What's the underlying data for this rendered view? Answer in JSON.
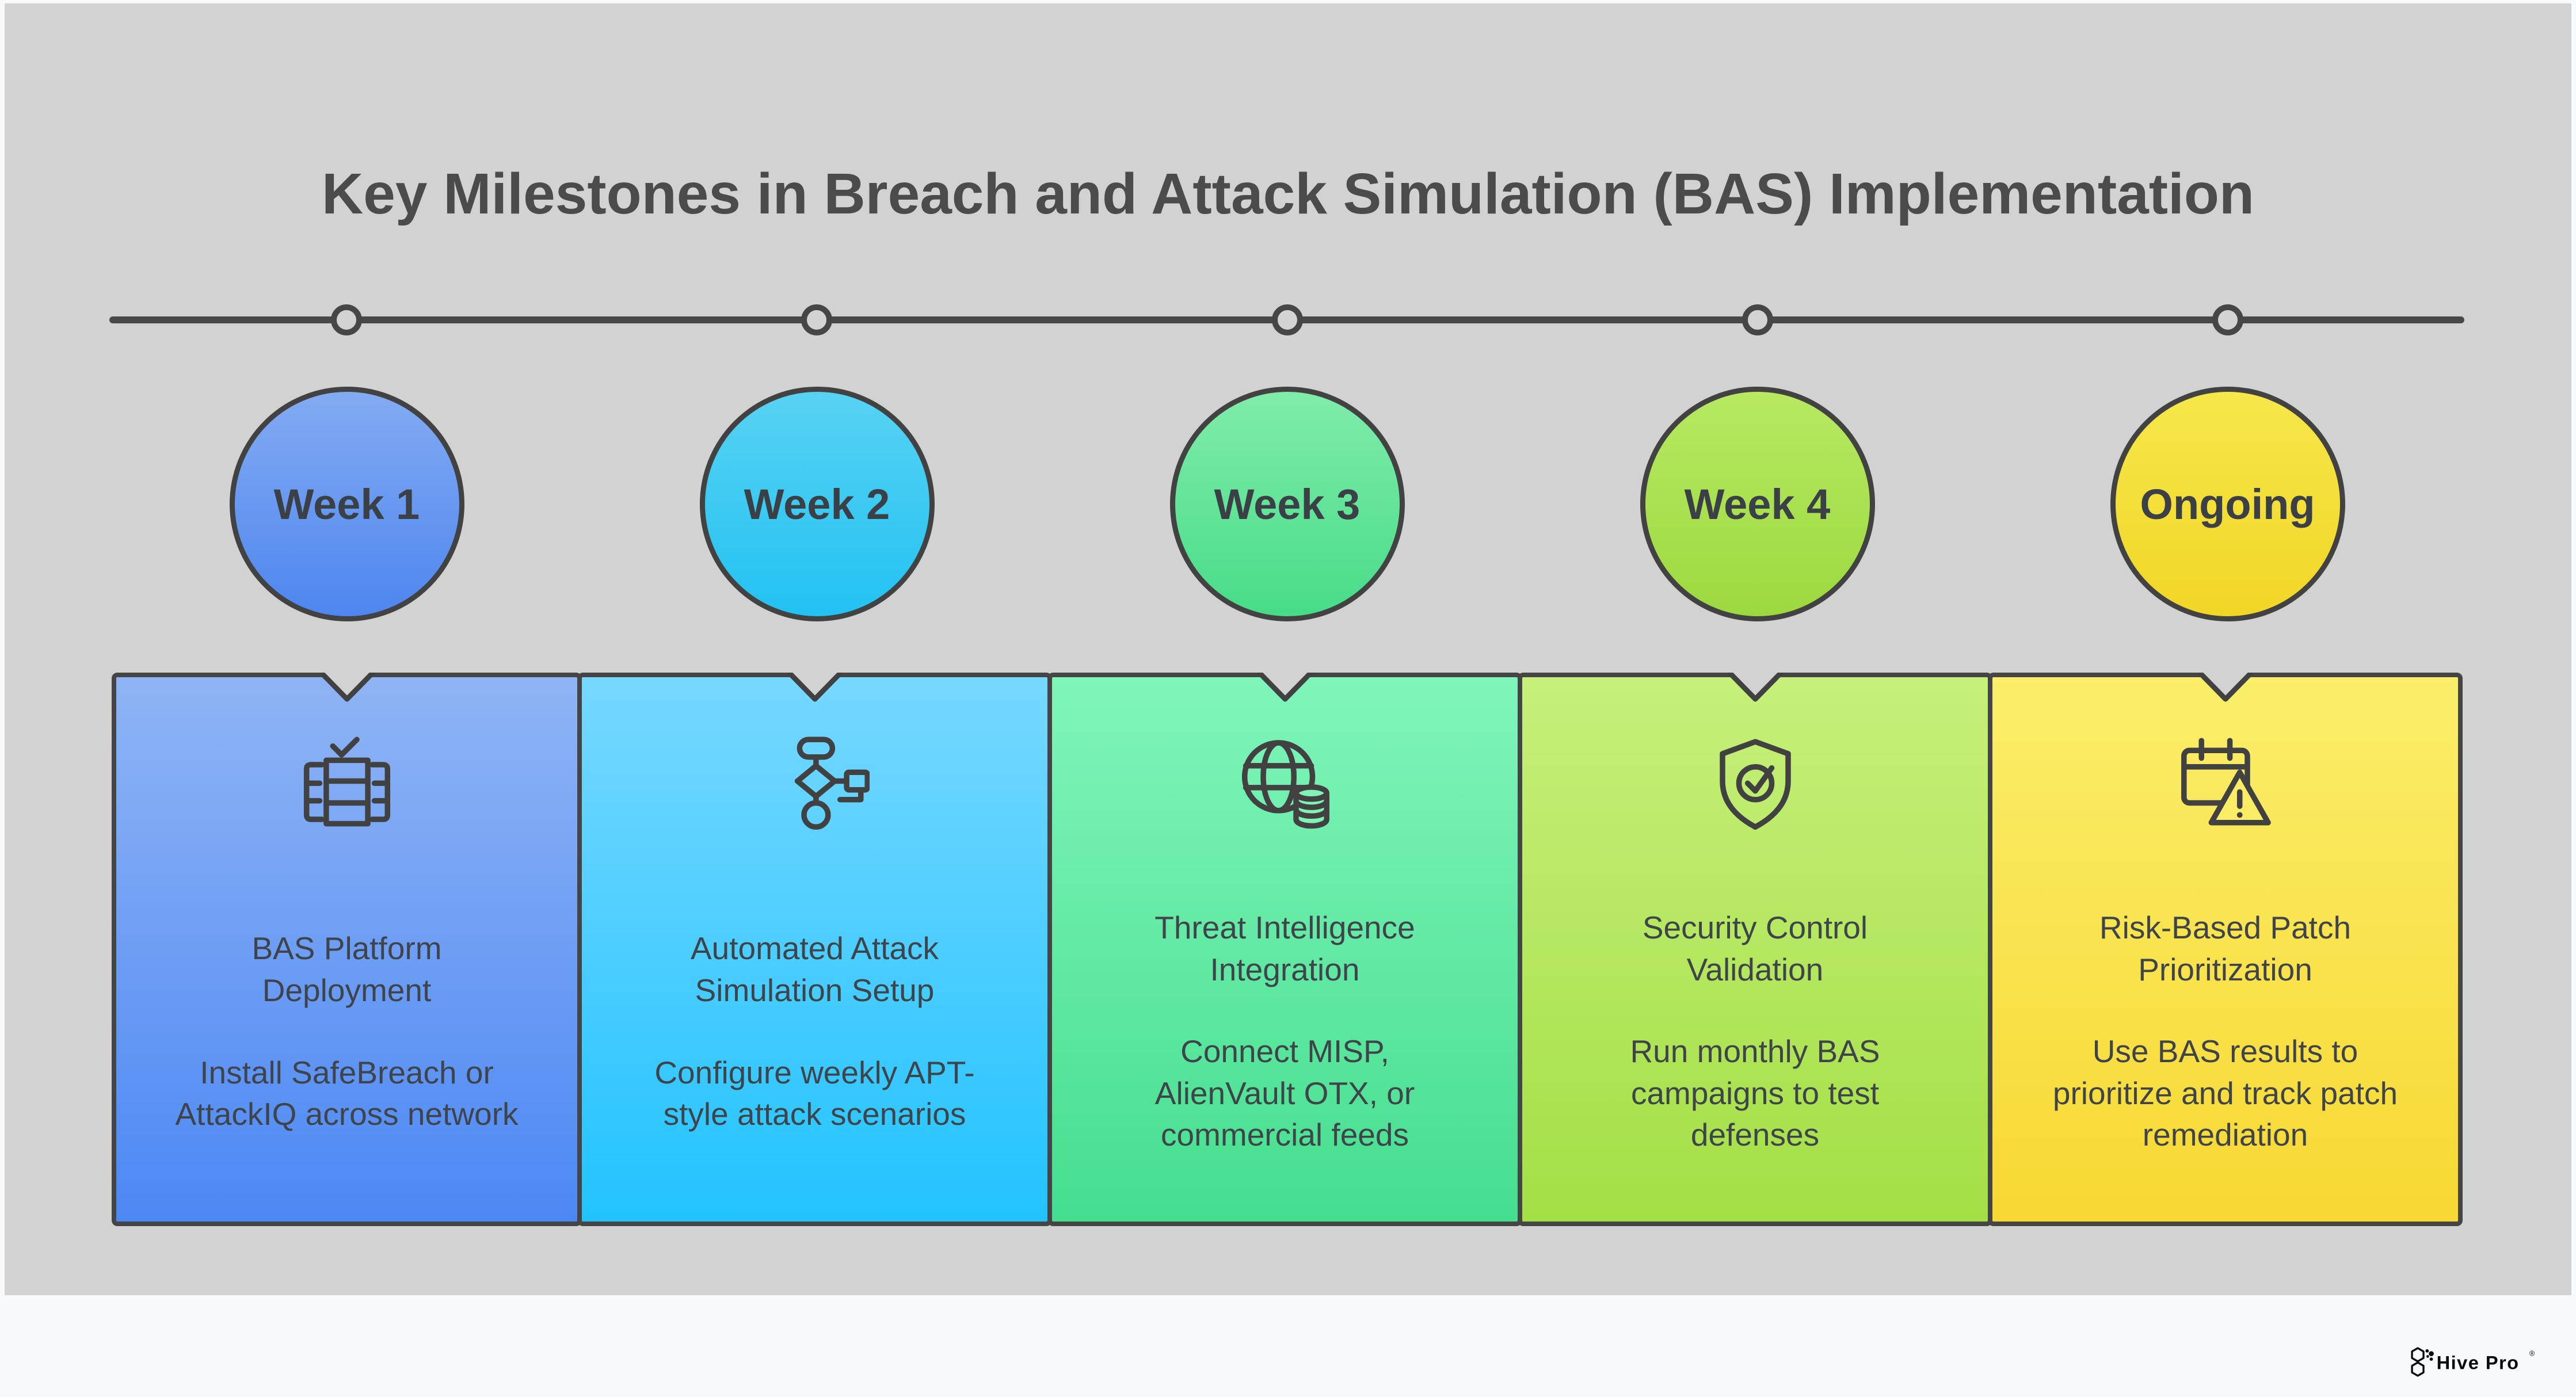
{
  "title": "Key Milestones in Breach and Attack Simulation (BAS) Implementation",
  "colors": {
    "canvas_bg": "#D2D2D2",
    "frame_bg": "#F7F9FA",
    "outline": "#414141",
    "timeline": "#484848",
    "title_text": "#4B4B4B",
    "body_text": "#3F444A",
    "marker_fill": "#D3D3D3",
    "logo_text": "#0B0B0B"
  },
  "milestones": [
    {
      "label": "Week 1",
      "icon": "server-check-icon",
      "card_title": "BAS Platform Deployment",
      "card_desc": "Install SafeBreach or AttackIQ across network",
      "circle_gradient": [
        "#83ABF2",
        "#4E86EF"
      ],
      "card_gradient": [
        "#8FB4F4",
        "#4C88F4"
      ]
    },
    {
      "label": "Week 2",
      "icon": "flowchart-icon",
      "card_title": "Automated Attack Simulation Setup",
      "card_desc": "Configure weekly APT-style attack scenarios",
      "circle_gradient": [
        "#58D2F3",
        "#22C2F2"
      ],
      "card_gradient": [
        "#76D8FF",
        "#22C3FF"
      ]
    },
    {
      "label": "Week 3",
      "icon": "globe-database-icon",
      "card_title": "Threat Intelligence Integration",
      "card_desc": "Connect MISP, AlienVault OTX, or commercial feeds",
      "circle_gradient": [
        "#80ECAB",
        "#47DC88"
      ],
      "card_gradient": [
        "#80F5BA",
        "#45DE8E"
      ]
    },
    {
      "label": "Week 4",
      "icon": "shield-check-icon",
      "card_title": "Security Control Validation",
      "card_desc": "Run monthly BAS campaigns to test defenses",
      "circle_gradient": [
        "#B7E962",
        "#9CD93F"
      ],
      "card_gradient": [
        "#C6F07A",
        "#A3DF45"
      ]
    },
    {
      "label": "Ongoing",
      "icon": "calendar-alert-icon",
      "card_title": "Risk-Based Patch Prioritization",
      "card_desc": "Use BAS results to prioritize and track patch remediation",
      "circle_gradient": [
        "#F6E74B",
        "#F1D626"
      ],
      "card_gradient": [
        "#FAEE6A",
        "#F8D832"
      ]
    }
  ],
  "footer": {
    "brand": "Hive Pro",
    "registered": "®"
  }
}
